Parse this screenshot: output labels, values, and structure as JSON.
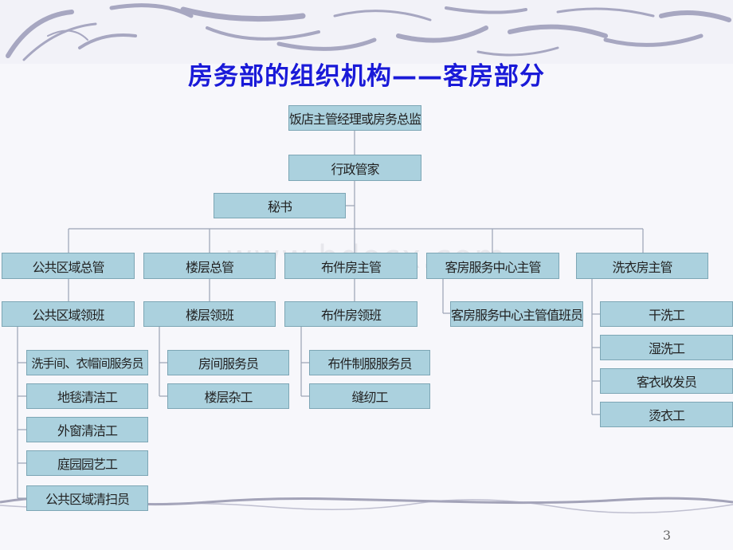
{
  "title": "房务部的组织机构——客房部分",
  "watermark": "www.bdocx.com",
  "page_number": "3",
  "nodes": {
    "gm": "饭店主管经理或房务总监",
    "executive": "行政管家",
    "secretary": "秘书",
    "public_manager": "公共区域总管",
    "floor_manager": "楼层总管",
    "linen_supervisor": "布件房主管",
    "center_supervisor": "客房服务中心主管",
    "laundry_supervisor": "洗衣房主管",
    "public_foreman": "公共区域领班",
    "floor_foreman": "楼层领班",
    "linen_foreman": "布件房领班",
    "center_attendant": "客房服务中心主管值班员",
    "restroom": "洗手间、衣帽间服务员",
    "carpet": "地毯清洁工",
    "window": "外窗清洁工",
    "garden": "庭园园艺工",
    "public_cleaner": "公共区域清扫员",
    "room_attendant": "房间服务员",
    "floor_worker": "楼层杂工",
    "uniform": "布件制服服务员",
    "sewing": "缝纫工",
    "dry_clean": "干洗工",
    "wet_wash": "湿洗工",
    "guest_laundry": "客衣收发员",
    "ironing": "烫衣工"
  }
}
